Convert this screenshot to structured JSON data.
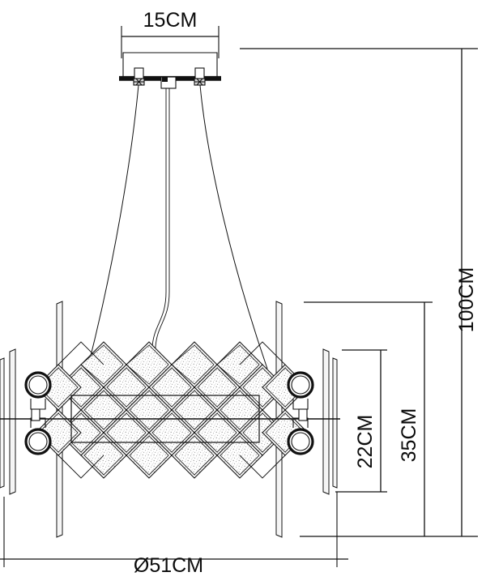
{
  "drawing": {
    "type": "technical-dimension-drawing",
    "subject": "pendant chandelier elevation view",
    "background_color": "#ffffff",
    "line_color": "#111111",
    "fill_texture_color": "#9a9a9a"
  },
  "dimensions": {
    "canopy_width": {
      "label": "15CM",
      "orientation": "horizontal",
      "position": "top-center"
    },
    "overall_height": {
      "label": "100CM",
      "orientation": "vertical-rotated",
      "position": "right-outer"
    },
    "fixture_height": {
      "label": "35CM",
      "orientation": "vertical-rotated",
      "position": "right-middle"
    },
    "body_height": {
      "label": "22CM",
      "orientation": "vertical-rotated",
      "position": "right-inner"
    },
    "diameter": {
      "label": "Ø51CM",
      "orientation": "horizontal",
      "position": "bottom-center"
    }
  },
  "fixture": {
    "canopy": {
      "name": "ceiling canopy plate"
    },
    "cables": {
      "count": 2,
      "name": "suspension cables"
    },
    "center_wire": {
      "name": "power cord"
    },
    "lamp_sockets": {
      "count": 4,
      "name": "lamp sockets"
    },
    "crystal_band": {
      "name": "diamond crystal lattice band"
    },
    "side_fins": {
      "count": 4,
      "name": "glass fin panels"
    }
  }
}
